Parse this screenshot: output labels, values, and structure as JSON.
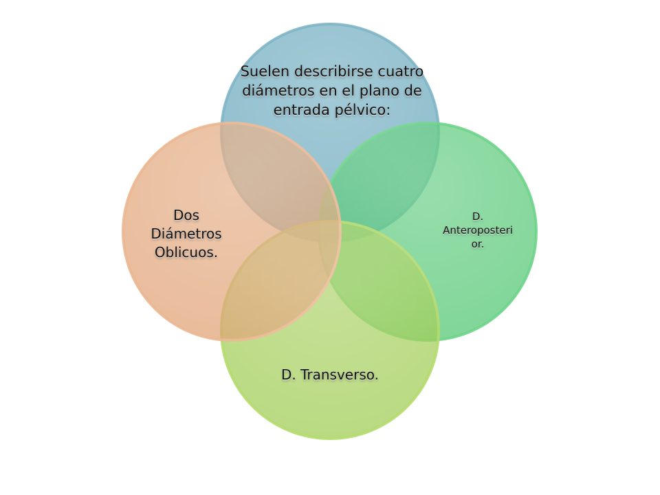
{
  "diagram": {
    "circles": [
      {
        "id": "top",
        "text": "Suelen describirse cuatro\ndiámetros en el plano de\nentrada pélvico:",
        "fill": "#5FA3B8",
        "stroke": "#7FB5C7"
      },
      {
        "id": "right",
        "text": "D.\nAnteroposteri\nor.",
        "fill": "#4CC46E",
        "stroke": "#6FD48B"
      },
      {
        "id": "bottom",
        "text": "D. Transverso.",
        "fill": "#9CCB4D",
        "stroke": "#B5DA6F"
      },
      {
        "id": "left",
        "text": "Dos\nDiámetros\nOblicuos.",
        "fill": "#E0A071",
        "stroke": "#EBB792"
      }
    ]
  }
}
